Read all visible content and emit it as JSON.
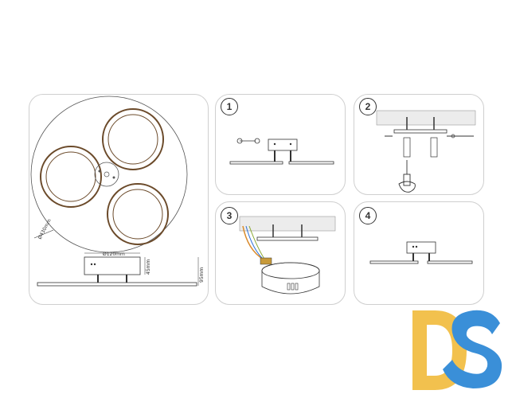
{
  "overview": {
    "diameter_label": "Ø430mm",
    "base_width_label": "Ø120mm",
    "base_height_label": "45mm",
    "total_height_label": "95mm"
  },
  "steps": [
    {
      "number": "1"
    },
    {
      "number": "2"
    },
    {
      "number": "3"
    },
    {
      "number": "4"
    }
  ],
  "logo": {
    "text": "DS",
    "colors": {
      "d": "#f2c14e",
      "s": "#3a8fd8"
    }
  }
}
